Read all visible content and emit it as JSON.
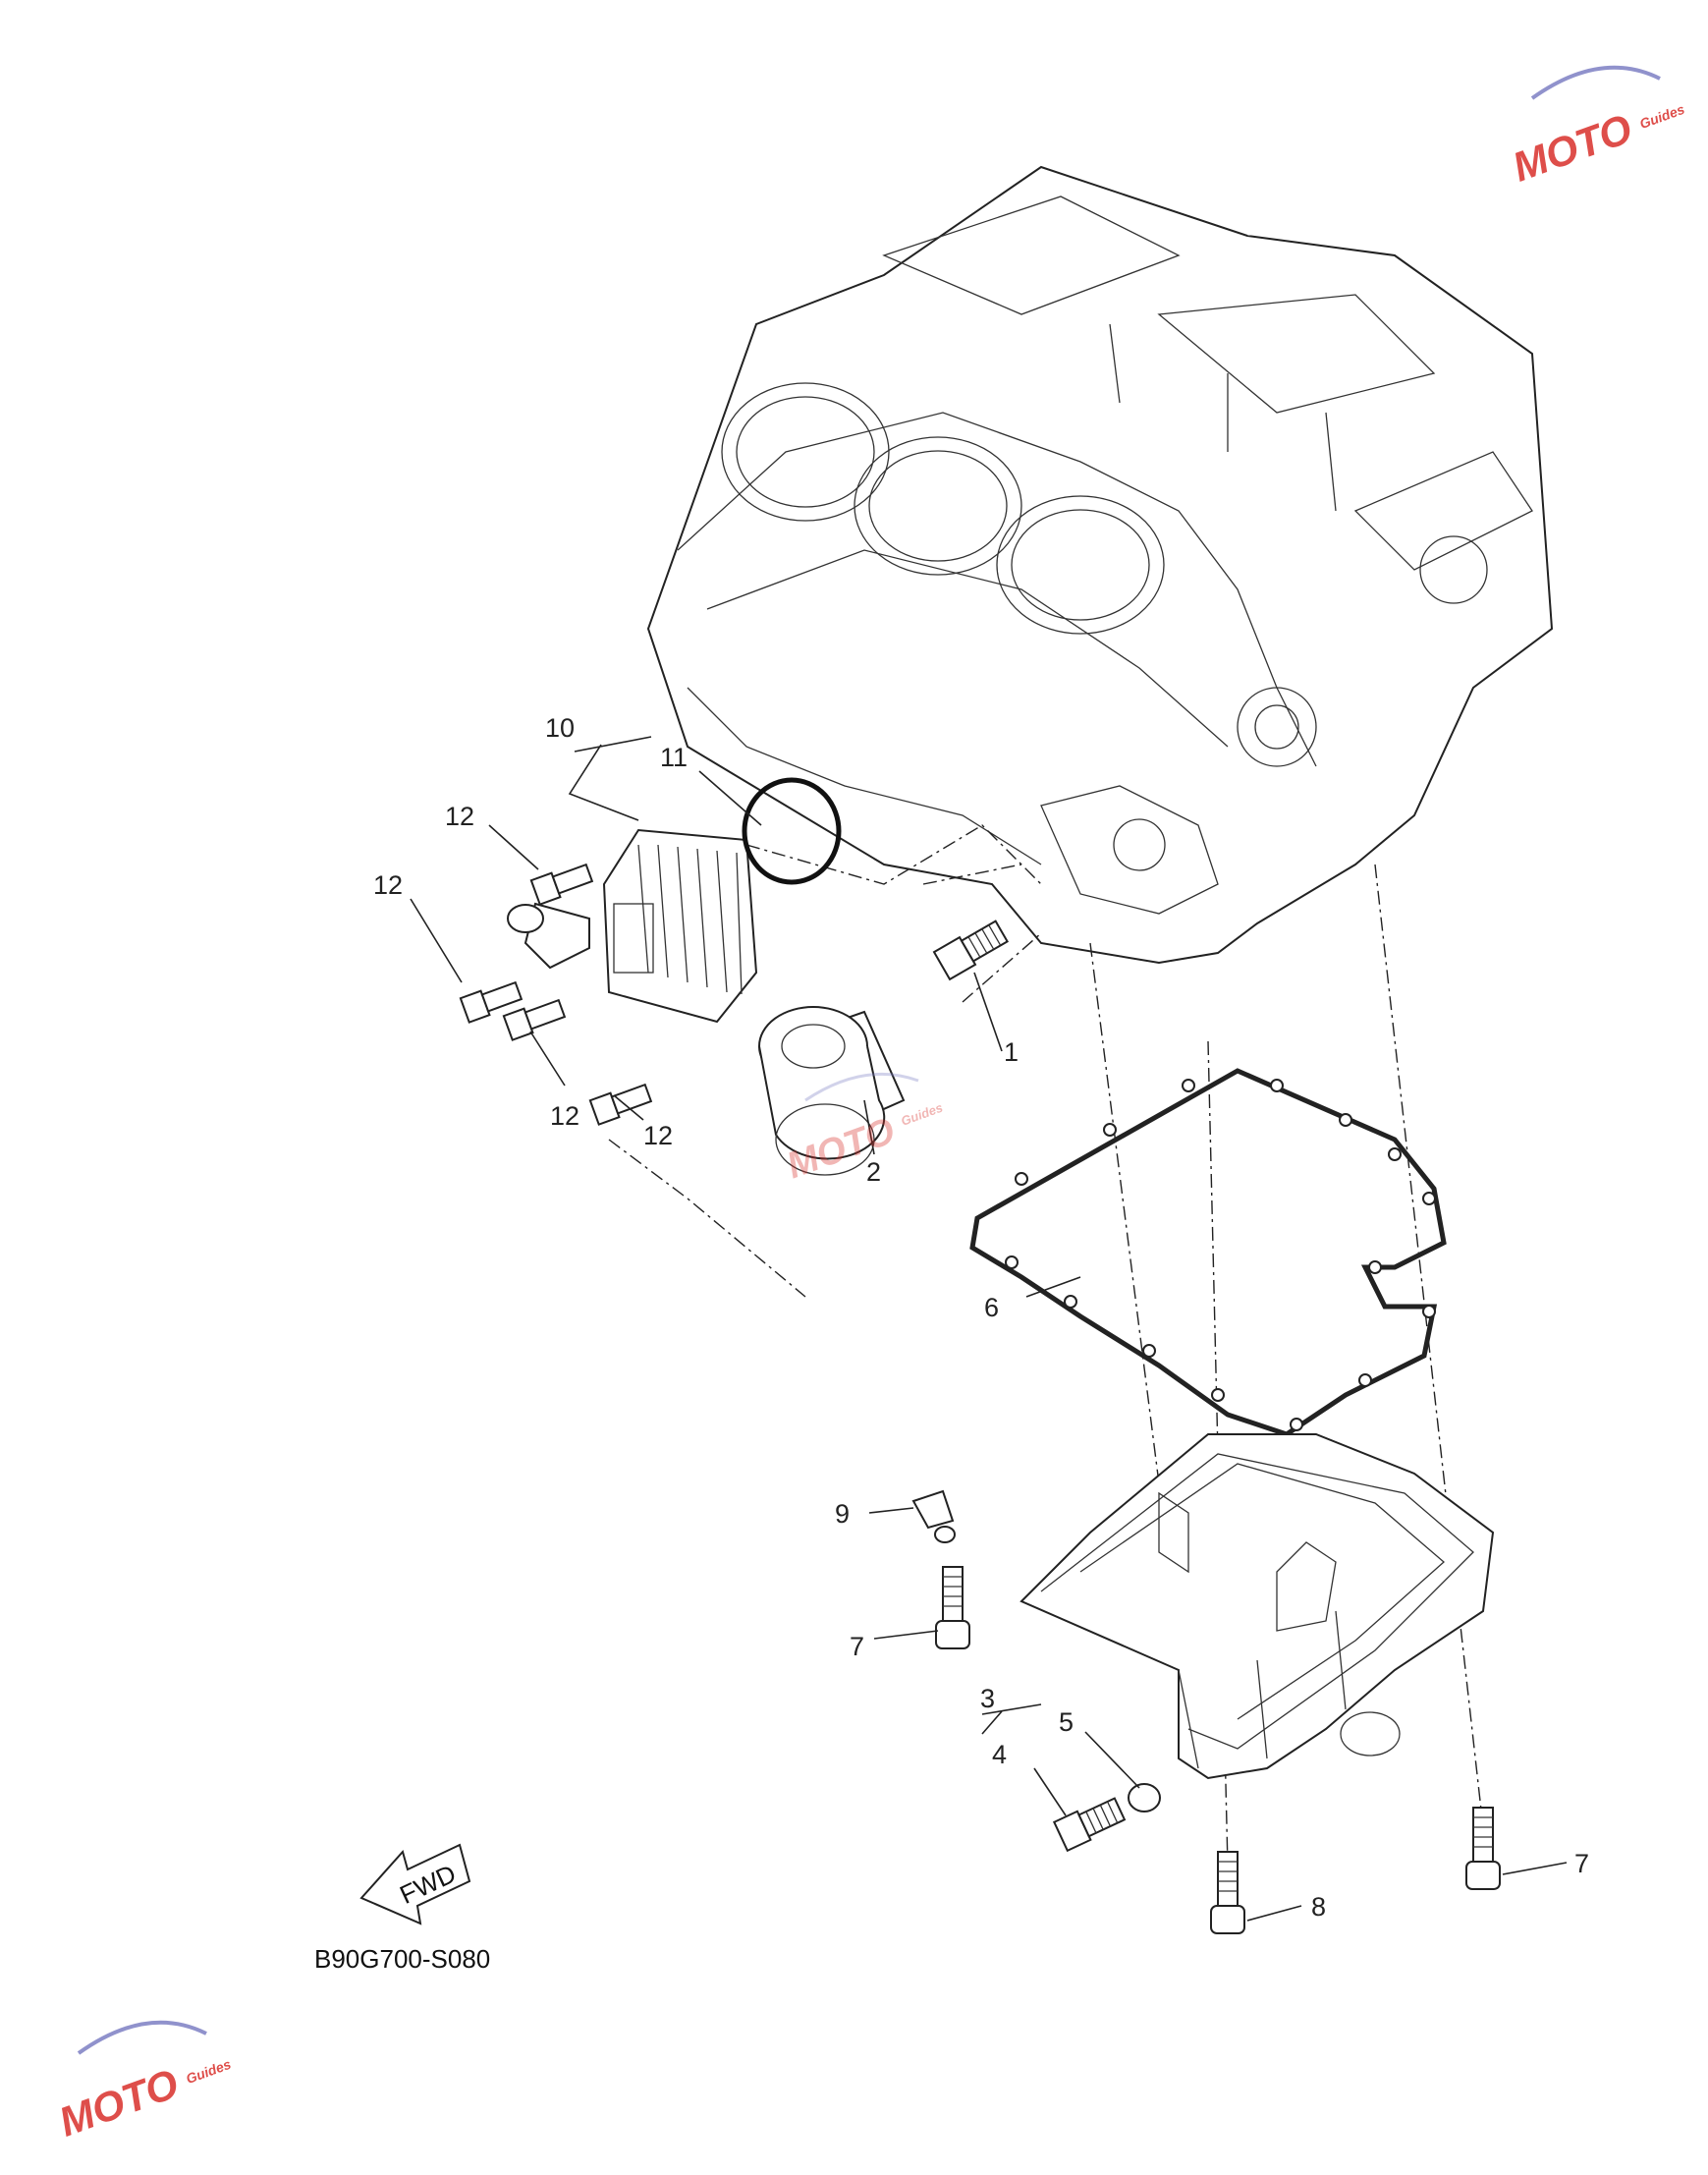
{
  "diagram_code": "B90G700-S080",
  "fwd_label": "FWD",
  "watermark": {
    "brand": "MOTO",
    "sub": "Guides",
    "color": "#d9302b"
  },
  "callouts": {
    "c1": "1",
    "c2": "2",
    "c3": "3",
    "c4": "4",
    "c5": "5",
    "c6": "6",
    "c7a": "7",
    "c7b": "7",
    "c8": "8",
    "c9": "9",
    "c10": "10",
    "c11": "11",
    "c12a": "12",
    "c12b": "12",
    "c12c": "12",
    "c12d": "12"
  }
}
